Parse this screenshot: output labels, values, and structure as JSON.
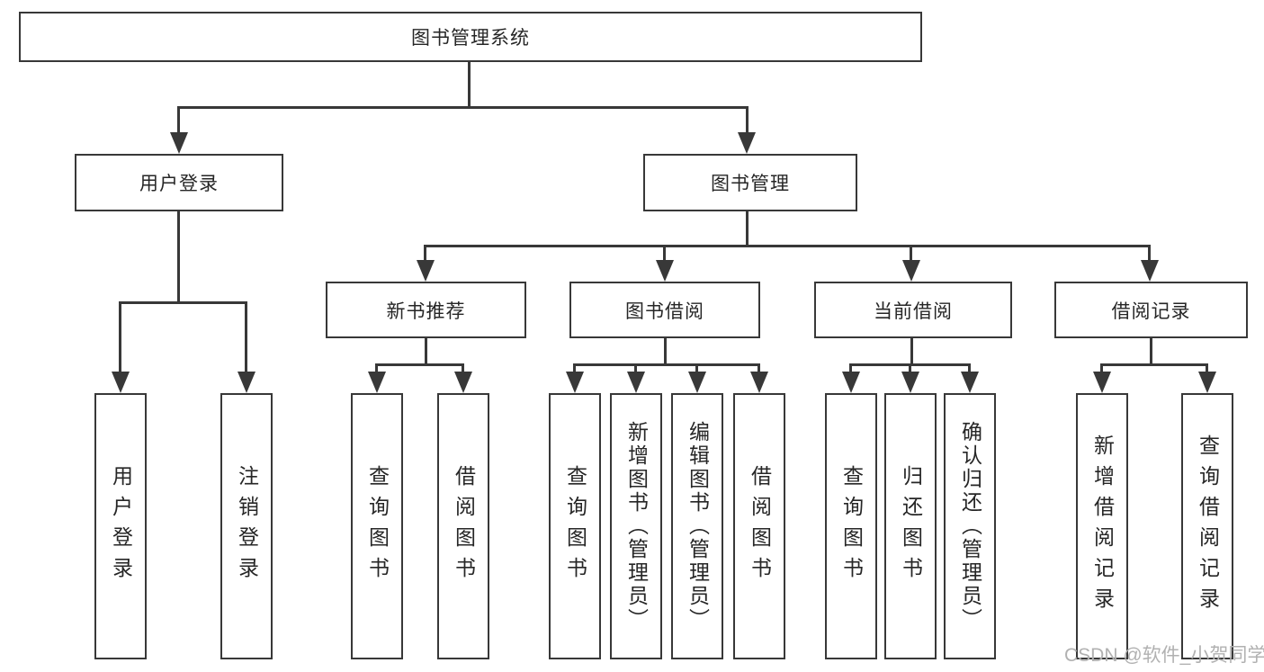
{
  "nodes": {
    "root": "图书管理系统",
    "level2": [
      "用户登录",
      "图书管理"
    ],
    "level3": [
      "新书推荐",
      "图书借阅",
      "当前借阅",
      "借阅记录"
    ],
    "leaves": [
      "用户登录",
      "注销登录",
      "查询图书",
      "借阅图书",
      "查询图书",
      "新增图书（管理员）",
      "编辑图书（管理员）",
      "借阅图书",
      "查询图书",
      "归还图书",
      "确认归还（管理员）",
      "新增借阅记录",
      "查询借阅记录"
    ]
  },
  "watermark": "CSDN @软件_小贺同学",
  "colors": {
    "line": "#383838",
    "text": "#262626",
    "watermark": "#b1b1b1",
    "background": "#ffffff"
  }
}
